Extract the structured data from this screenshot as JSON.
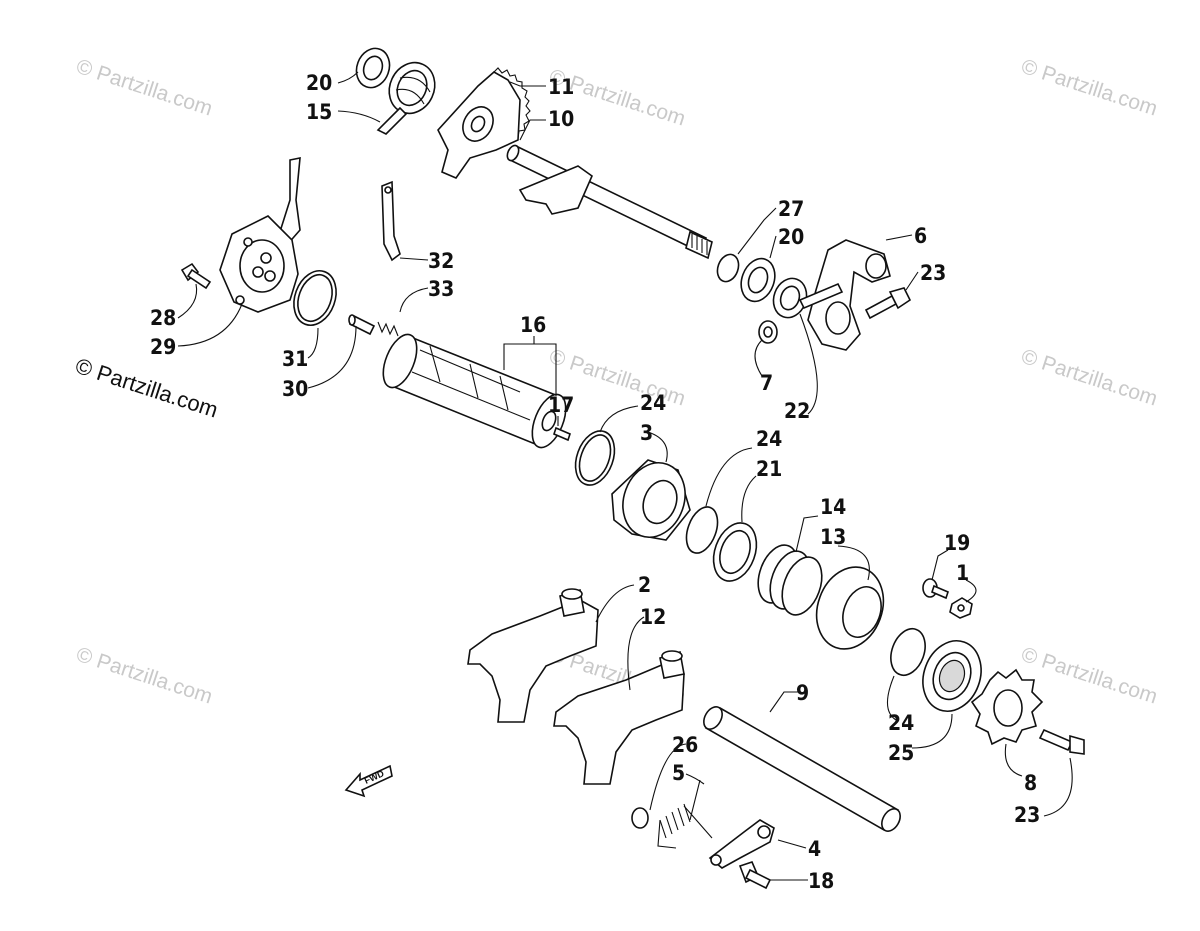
{
  "watermark": "© Partzilla.com",
  "copyright": "© Partzilla.com",
  "fwd": "FWD",
  "labels": {
    "l1": "1",
    "l2": "2",
    "l3": "3",
    "l4": "4",
    "l5": "5",
    "l6": "6",
    "l7": "7",
    "l8": "8",
    "l9": "9",
    "l10": "10",
    "l11": "11",
    "l12": "12",
    "l13": "13",
    "l14": "14",
    "l15": "15",
    "l16": "16",
    "l17": "17",
    "l18": "18",
    "l19": "19",
    "l20a": "20",
    "l20b": "20",
    "l21": "21",
    "l22": "22",
    "l23a": "23",
    "l23b": "23",
    "l24a": "24",
    "l24b": "24",
    "l24c": "24",
    "l25": "25",
    "l26": "26",
    "l27": "27",
    "l28": "28",
    "l29": "29",
    "l30": "30",
    "l31": "31",
    "l32": "32",
    "l33": "33"
  }
}
